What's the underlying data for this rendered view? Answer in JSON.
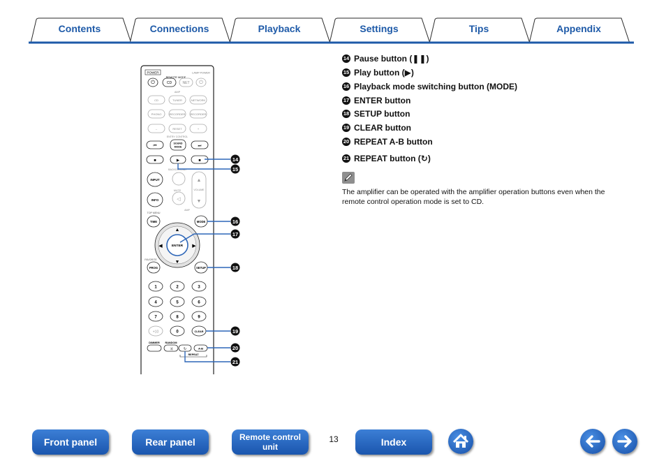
{
  "tabs": [
    "Contents",
    "Connections",
    "Playback",
    "Settings",
    "Tips",
    "Appendix"
  ],
  "colors": {
    "accent": "#1e5aa8",
    "button_gradient_top": "#3c7fd6",
    "button_gradient_bottom": "#1a55ad",
    "callout_line": "#2d66b8"
  },
  "callouts": [
    {
      "num": "14",
      "label": "Pause button (❚❚)"
    },
    {
      "num": "15",
      "label": "Play button (▶)"
    },
    {
      "num": "16",
      "label": "Playback mode switching button (MODE)"
    },
    {
      "num": "17",
      "label": "ENTER button"
    },
    {
      "num": "18",
      "label": "SETUP button"
    },
    {
      "num": "19",
      "label": "CLEAR button"
    },
    {
      "num": "20",
      "label": "REPEAT A-B button"
    },
    {
      "num": "21",
      "label": "REPEAT button (↻)"
    }
  ],
  "note": {
    "icon": "pencil-icon",
    "text": "The amplifier can be operated with the amplifier operation buttons even when the remote control operation mode is set to CD."
  },
  "remote": {
    "power": "POWER",
    "remote_mode": "REMOTE MODE",
    "lamp_power": "LAMP POWER",
    "cd": "CD",
    "net": "NET",
    "amp": "AMP",
    "row_inputs_1": [
      "CD",
      "TUNER",
      "NETWORK"
    ],
    "row_inputs_2": [
      "PHONO",
      "RECORDER",
      "RECORDER"
    ],
    "entry_minus": "–",
    "reset": "RESET",
    "entry_plus": "+",
    "entry_control": "ENTRY CONTROL",
    "sound_mode": [
      "SOUND",
      "MODE"
    ],
    "buttons": {
      "input": "INPUT",
      "info": "INFO",
      "time": "TIME",
      "mode": "MODE",
      "enter": "ENTER",
      "prog": "PROG",
      "setup": "SETUP",
      "clear": "CLEAR",
      "ab": "A-B",
      "dimmer": "DIMMER",
      "random": "RANDOM",
      "repeat": "REPEAT",
      "top_menu": "TOP MENU",
      "favorite": "FAVORITE",
      "mute": "MUTE",
      "volume": "VOLUME",
      "background": "BACKGROUND"
    },
    "digits": [
      "1",
      "2",
      "3",
      "4",
      "5",
      "6",
      "7",
      "8",
      "9",
      "+10",
      "0"
    ]
  },
  "footer": {
    "front_panel": "Front panel",
    "rear_panel": "Rear panel",
    "remote_line1": "Remote control",
    "remote_line2": "unit",
    "index": "Index",
    "page": "13",
    "home_icon": "home-icon",
    "back_icon": "arrow-left-icon",
    "forward_icon": "arrow-right-icon"
  }
}
